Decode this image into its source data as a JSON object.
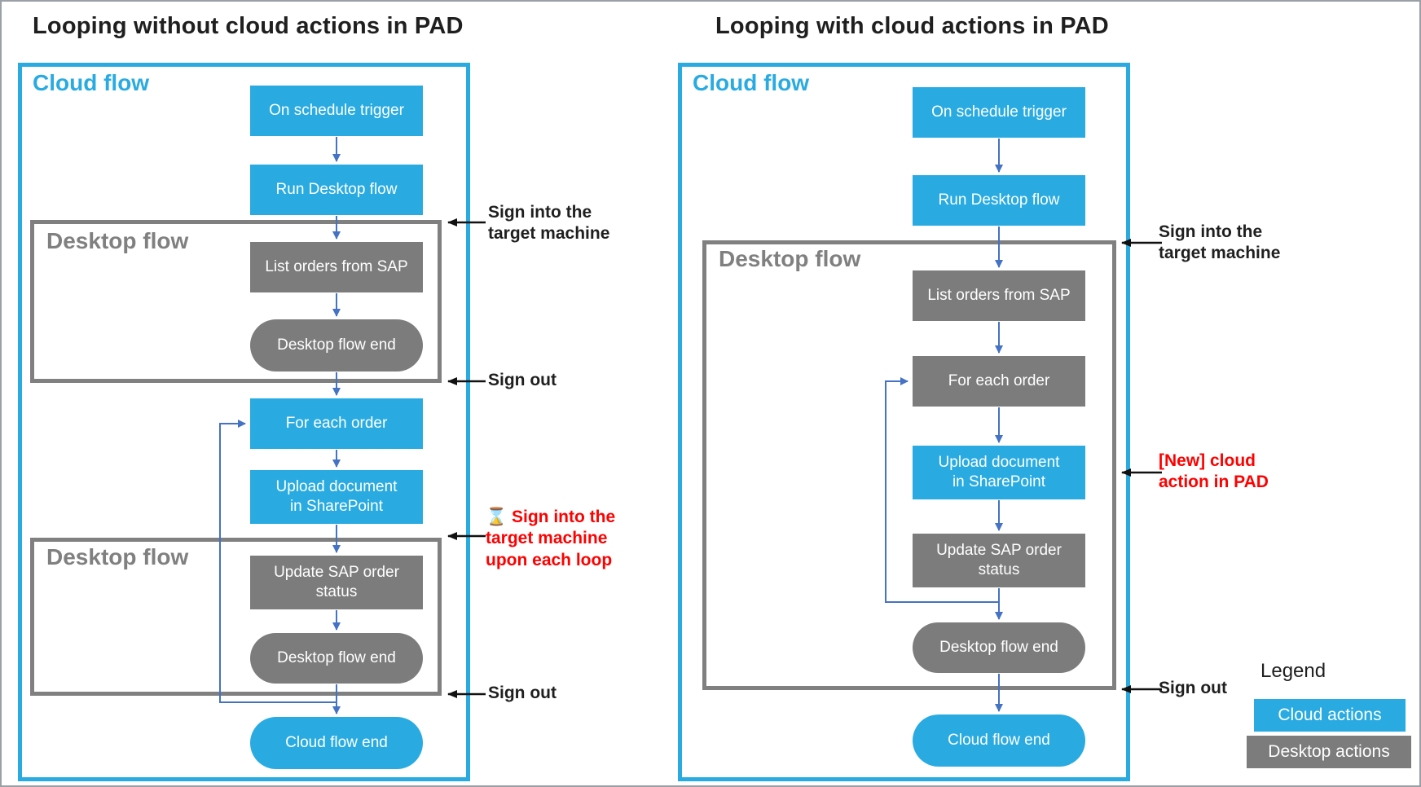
{
  "left": {
    "title": "Looping without cloud actions in PAD",
    "cloud_label": "Cloud flow",
    "desktop_label_1": "Desktop flow",
    "desktop_label_2": "Desktop flow",
    "nodes": {
      "trigger": "On schedule trigger",
      "run_desktop": "Run Desktop flow",
      "list_orders": "List orders from SAP",
      "desktop_end_1": "Desktop flow end",
      "for_each": "For each order",
      "upload": "Upload document\nin SharePoint",
      "update_sap": "Update SAP order\nstatus",
      "desktop_end_2": "Desktop flow end",
      "cloud_end": "Cloud flow end"
    },
    "annotations": {
      "sign_in": "Sign into the\ntarget machine",
      "sign_out_1": "Sign out",
      "sign_in_loop": "⌛ Sign into the\ntarget machine\nupon each loop",
      "sign_out_2": "Sign out"
    }
  },
  "right": {
    "title": "Looping with cloud actions in PAD",
    "cloud_label": "Cloud flow",
    "desktop_label": "Desktop flow",
    "nodes": {
      "trigger": "On schedule trigger",
      "run_desktop": "Run Desktop flow",
      "list_orders": "List orders from SAP",
      "for_each": "For each order",
      "upload": "Upload document\nin SharePoint",
      "update_sap": "Update SAP order\nstatus",
      "desktop_end": "Desktop flow end",
      "cloud_end": "Cloud flow end"
    },
    "annotations": {
      "sign_in": "Sign into the\ntarget machine",
      "new_cloud_action": "[New] cloud\naction in PAD",
      "sign_out": "Sign out"
    }
  },
  "legend": {
    "title": "Legend",
    "cloud_actions": "Cloud actions",
    "desktop_actions": "Desktop actions"
  },
  "colors": {
    "cloud_blue": "#29ABE2",
    "desktop_gray": "#7C7C7C",
    "connector_blue": "#4472C4",
    "annotation_red": "#FF0000"
  }
}
